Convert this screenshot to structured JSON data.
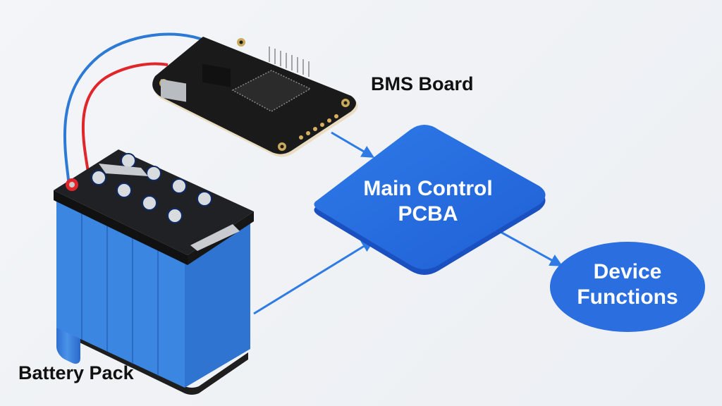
{
  "labels": {
    "bms_board": "BMS Board",
    "battery_pack": "Battery Pack"
  },
  "nodes": {
    "main_control": {
      "line1": "Main Control",
      "line2": "PCBA"
    },
    "device_functions": {
      "line1": "Device",
      "line2": "Functions"
    }
  },
  "colors": {
    "accent_blue": "#2a6ee0",
    "arrow_blue": "#2f7be6",
    "wire_red": "#e0262a",
    "wire_blue": "#2c7ad6",
    "cell_blue": "#3a86e0",
    "board_black": "#1a1a1a"
  },
  "edges": [
    {
      "from": "BMS Board",
      "to": "Main Control PCBA"
    },
    {
      "from": "Battery Pack",
      "to": "Main Control PCBA"
    },
    {
      "from": "Main Control PCBA",
      "to": "Device Functions"
    }
  ]
}
